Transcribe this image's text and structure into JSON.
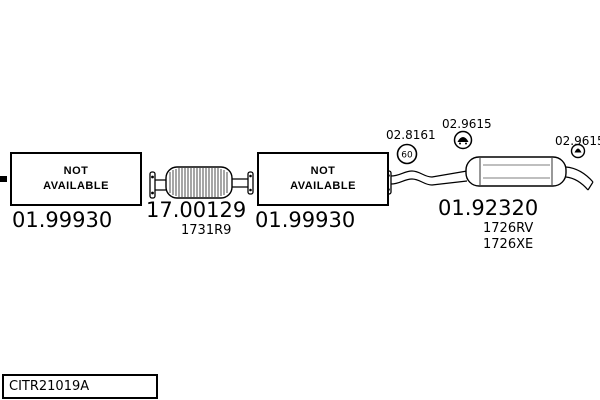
{
  "colors": {
    "ink": "#000000",
    "background": "#ffffff"
  },
  "footer": {
    "catalog_id": "CITR21019A"
  },
  "not_available": {
    "line1": "NOT",
    "line2": "AVAILABLE"
  },
  "parts": {
    "front_section": {
      "number": "01.99930"
    },
    "catalytic_converter": {
      "number": "17.00129",
      "ref": "1731R9"
    },
    "middle_section": {
      "number": "01.99930"
    },
    "rear_silencer": {
      "number": "01.92320",
      "refs": [
        "1726RV",
        "1726XE"
      ]
    },
    "gasket_pipe": {
      "number": "02.8161",
      "badge": "60"
    },
    "mount_mid": {
      "number": "02.9615"
    },
    "mount_rear": {
      "number": "02.9615"
    }
  }
}
